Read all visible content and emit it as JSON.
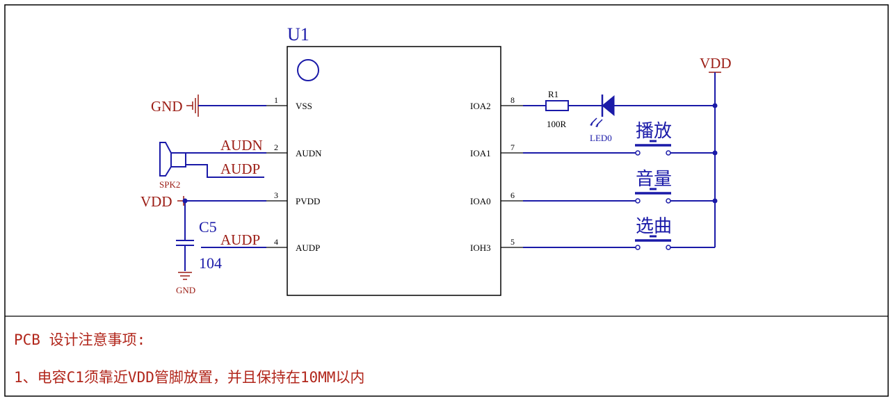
{
  "chip": {
    "ref": "U1",
    "pins_left": [
      {
        "num": "1",
        "name": "VSS"
      },
      {
        "num": "2",
        "name": "AUDN"
      },
      {
        "num": "3",
        "name": "PVDD"
      },
      {
        "num": "4",
        "name": "AUDP"
      }
    ],
    "pins_right": [
      {
        "num": "8",
        "name": "IOA2"
      },
      {
        "num": "7",
        "name": "IOA1"
      },
      {
        "num": "6",
        "name": "IOA0"
      },
      {
        "num": "5",
        "name": "IOH3"
      }
    ]
  },
  "nets": {
    "gnd_left": "GND",
    "audn": "AUDN",
    "audp_speaker": "AUDP",
    "vdd_left": "VDD",
    "audp_pin4": "AUDP",
    "vdd_right": "VDD",
    "gnd_cap": "GND"
  },
  "parts": {
    "speaker": "SPK2",
    "cap_ref": "C5",
    "cap_value": "104",
    "res_ref": "R1",
    "res_value": "100R",
    "led_ref": "LED0",
    "btn_play": "播放",
    "btn_volume": "音量",
    "btn_select": "选曲"
  },
  "notes": {
    "heading": "PCB 设计注意事项:",
    "line1": "1、电容C1须靠近VDD管脚放置，并且保持在10MM以内"
  }
}
